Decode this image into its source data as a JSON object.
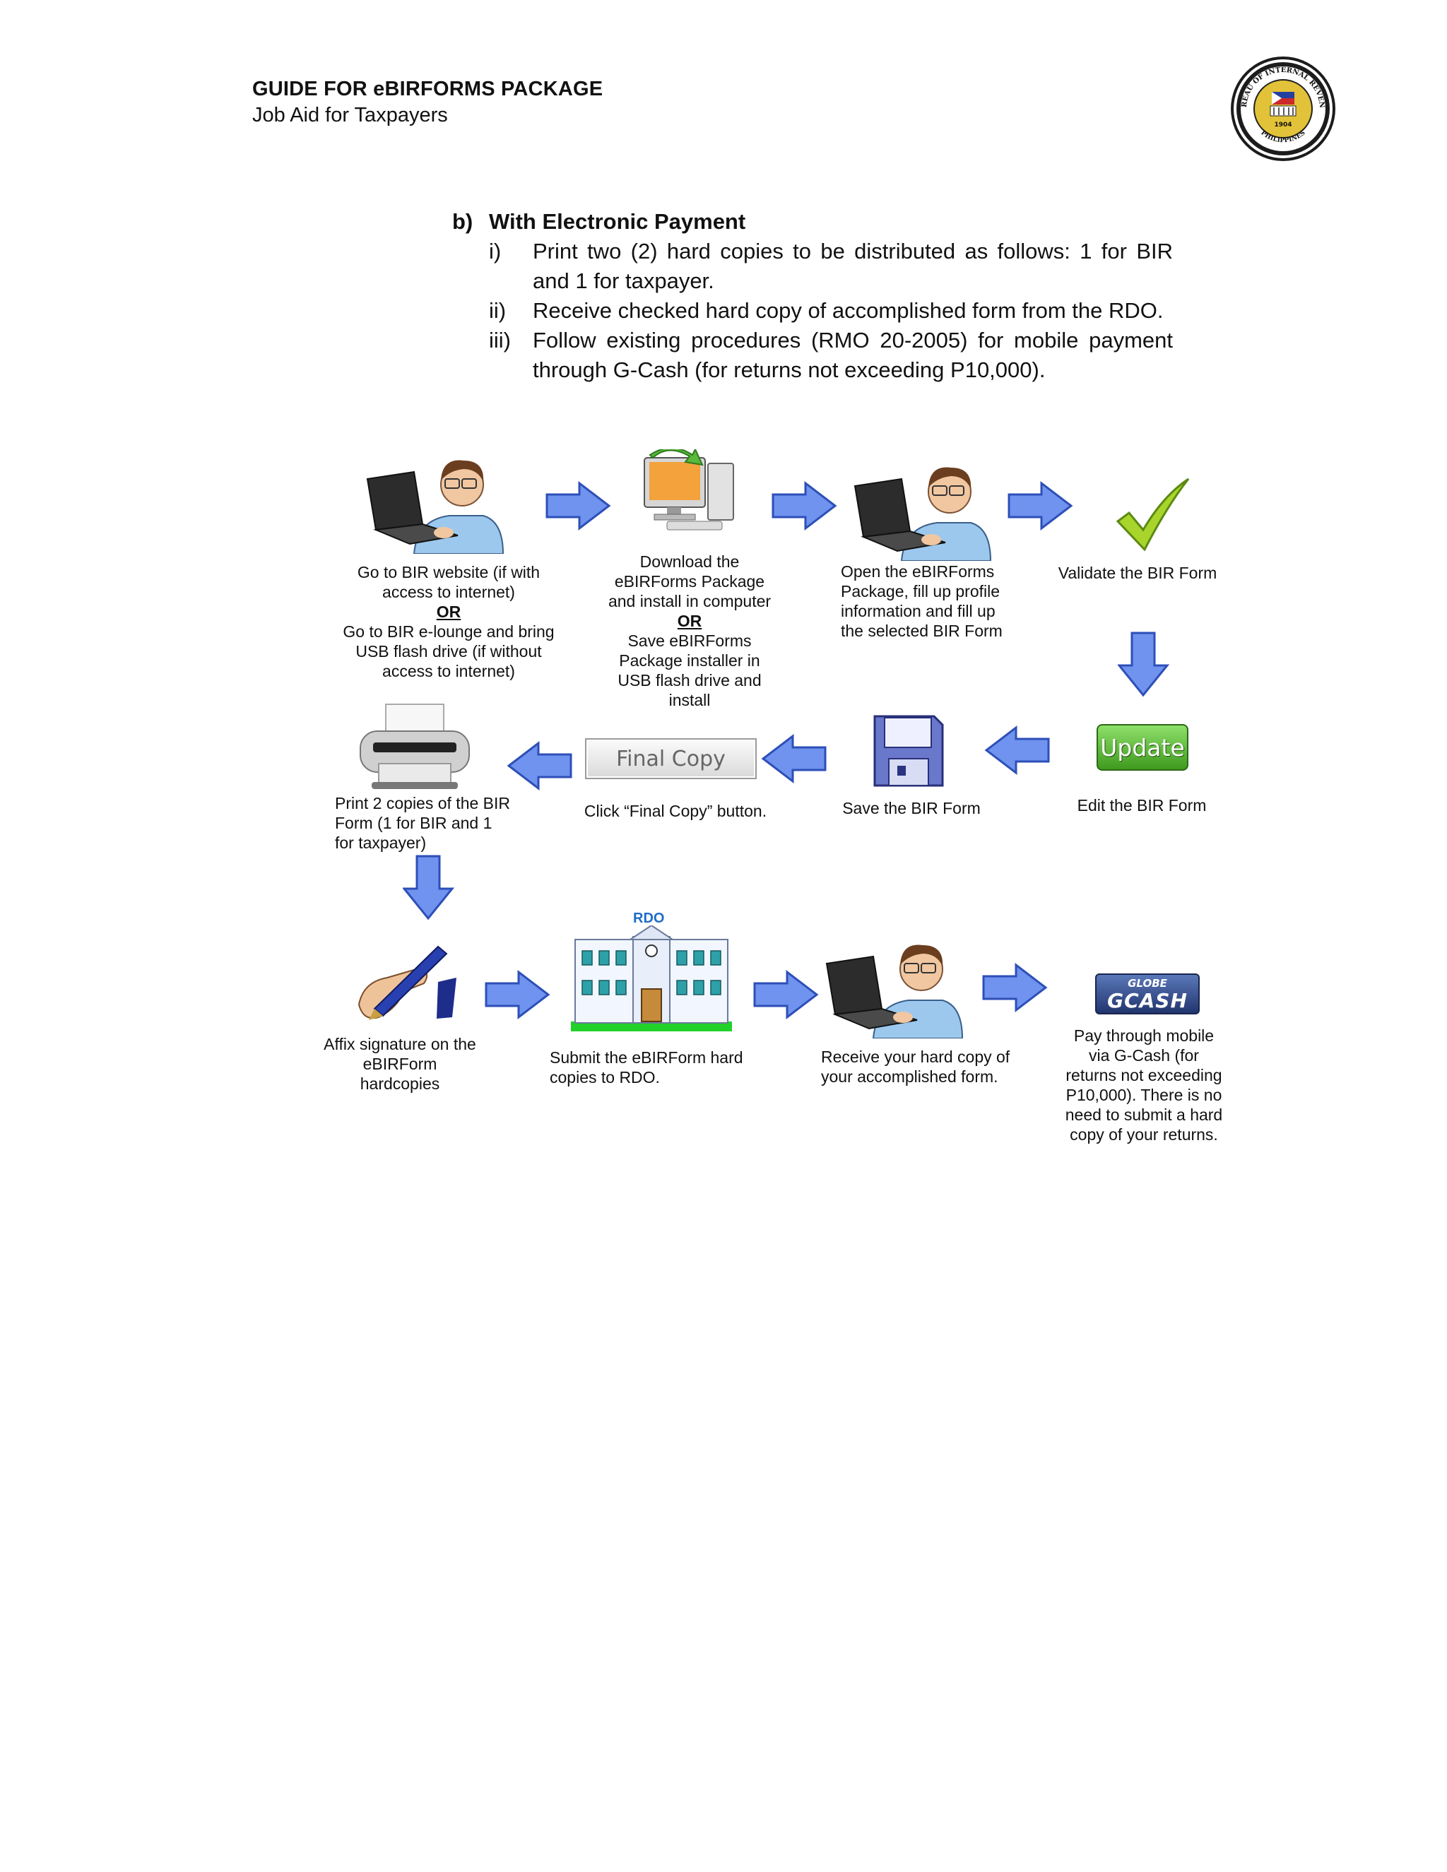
{
  "header": {
    "title": "GUIDE FOR eBIRFORMS PACKAGE",
    "subtitle": "Job Aid for Taxpayers",
    "seal_text_top": "BUREAU OF INTERNAL REVENUE",
    "seal_text_bottom": "PHILIPPINES",
    "seal_year": "1904"
  },
  "section": {
    "label": "b)",
    "heading": "With Electronic Payment",
    "items": [
      {
        "num": "i)",
        "text": "Print two (2) hard copies to be distributed as follows: 1 for BIR and 1 for taxpayer."
      },
      {
        "num": "ii)",
        "text": "Receive checked hard copy of accomplished form from the RDO."
      },
      {
        "num": "iii)",
        "text": "Follow existing procedures (RMO 20-2005) for mobile payment through G-Cash (for returns not exceeding P10,000)."
      }
    ]
  },
  "flow": {
    "step1": {
      "line1": "Go to BIR website (if with",
      "line2": "access to internet)",
      "or": "OR",
      "line3": "Go to BIR e-lounge and bring",
      "line4": "USB flash drive (if  without",
      "line5": "access to internet)"
    },
    "step2": {
      "line1": "Download the",
      "line2": "eBIRForms Package",
      "line3": "and install in computer",
      "or": "OR",
      "line4": "Save eBIRForms",
      "line5": "Package installer in",
      "line6": "USB flash drive and",
      "line7": "install"
    },
    "step3": {
      "line1": "Open  the  eBIRForms",
      "line2": "Package, fill up profile",
      "line3": "information  and  fill  up",
      "line4": "the selected BIR Form"
    },
    "step4": {
      "line1": "Validate the BIR Form"
    },
    "step5": {
      "line1": "Edit the BIR Form",
      "button_text": "Update"
    },
    "step6": {
      "line1": "Save the BIR Form"
    },
    "step7": {
      "line1": "Click “Final Copy” button.",
      "button_text": "Final Copy"
    },
    "step8": {
      "line1": "Print 2 copies of the BIR",
      "line2": "Form (1 for BIR and 1",
      "line3": "for taxpayer)"
    },
    "step9": {
      "line1": "Affix signature on the",
      "line2": "eBIRForm",
      "line3": "hardcopies"
    },
    "step10": {
      "line1": "Submit the eBIRForm hard",
      "line2": "copies to RDO.",
      "building_label": "RDO"
    },
    "step11": {
      "line1": "Receive your hard copy of",
      "line2": "your accomplished form."
    },
    "step12": {
      "line1": "Pay through mobile",
      "line2": "via G-Cash (for",
      "line3": "returns not exceeding",
      "line4": "P10,000). There is no",
      "line5": "need to submit a hard",
      "line6": "copy of your returns.",
      "logo_top": "GLOBE",
      "logo_main": "GCASH"
    }
  },
  "colors": {
    "arrow_fill": "#6f93ee",
    "arrow_stroke": "#2d4fb8",
    "update_green": "#4fa82c",
    "check_green": "#9ccc1e"
  }
}
